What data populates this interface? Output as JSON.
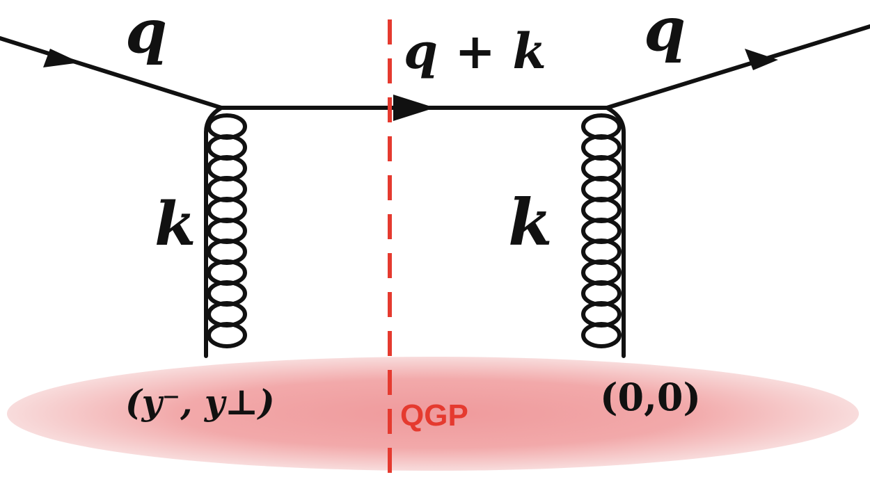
{
  "labels": {
    "incoming_quark": "q",
    "intermediate_quark": "q + k",
    "outgoing_quark": "q",
    "left_gluon": "k",
    "right_gluon": "k",
    "left_vertex_coords": "(y⁻, y⊥)",
    "right_vertex_coords": "(0,0)",
    "medium": "QGP"
  },
  "colors": {
    "line": "#111111",
    "cut_line": "#e53a2f",
    "medium_center": "#ef9a9c",
    "medium_edge": "#f8dcdc",
    "qgp_label": "#e53a2f"
  }
}
